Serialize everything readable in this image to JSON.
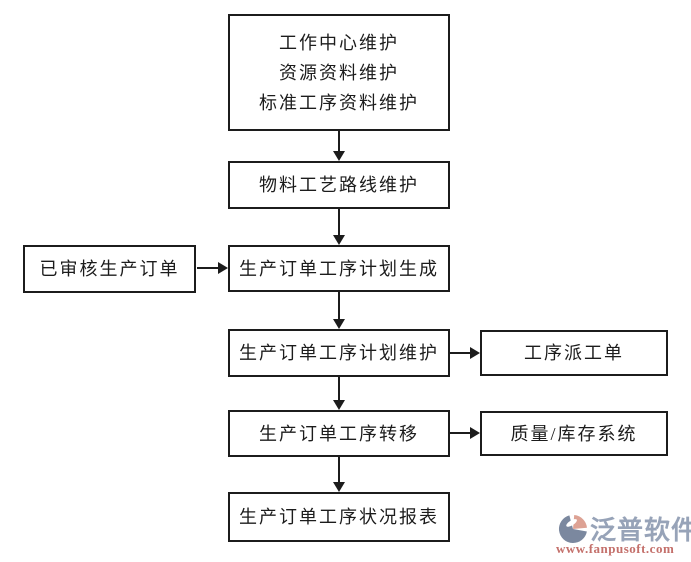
{
  "diagram": {
    "nodes": {
      "master_data": {
        "lines": [
          "工作中心维护",
          "资源资料维护",
          "标准工序资料维护"
        ]
      },
      "routing": {
        "label": "物料工艺路线维护"
      },
      "approved_order": {
        "label": "已审核生产订单"
      },
      "plan_generate": {
        "label": "生产订单工序计划生成"
      },
      "plan_maintain": {
        "label": "生产订单工序计划维护"
      },
      "dispatch": {
        "label": "工序派工单"
      },
      "transfer": {
        "label": "生产订单工序转移"
      },
      "quality_inventory": {
        "label": "质量/库存系统"
      },
      "status_report": {
        "label": "生产订单工序状况报表"
      }
    },
    "colors": {
      "border": "#1c1c1c",
      "arrow": "#1c1c1c",
      "background": "#ffffff",
      "text": "#1c1c1c"
    }
  },
  "watermark": {
    "brand": "泛普软件",
    "url": "www.fanpusoft.com",
    "colors": {
      "brand_text": "#97a3b8",
      "url_text": "#c4706b",
      "icon_dark": "#7b889f",
      "icon_accent": "#dda294"
    }
  }
}
